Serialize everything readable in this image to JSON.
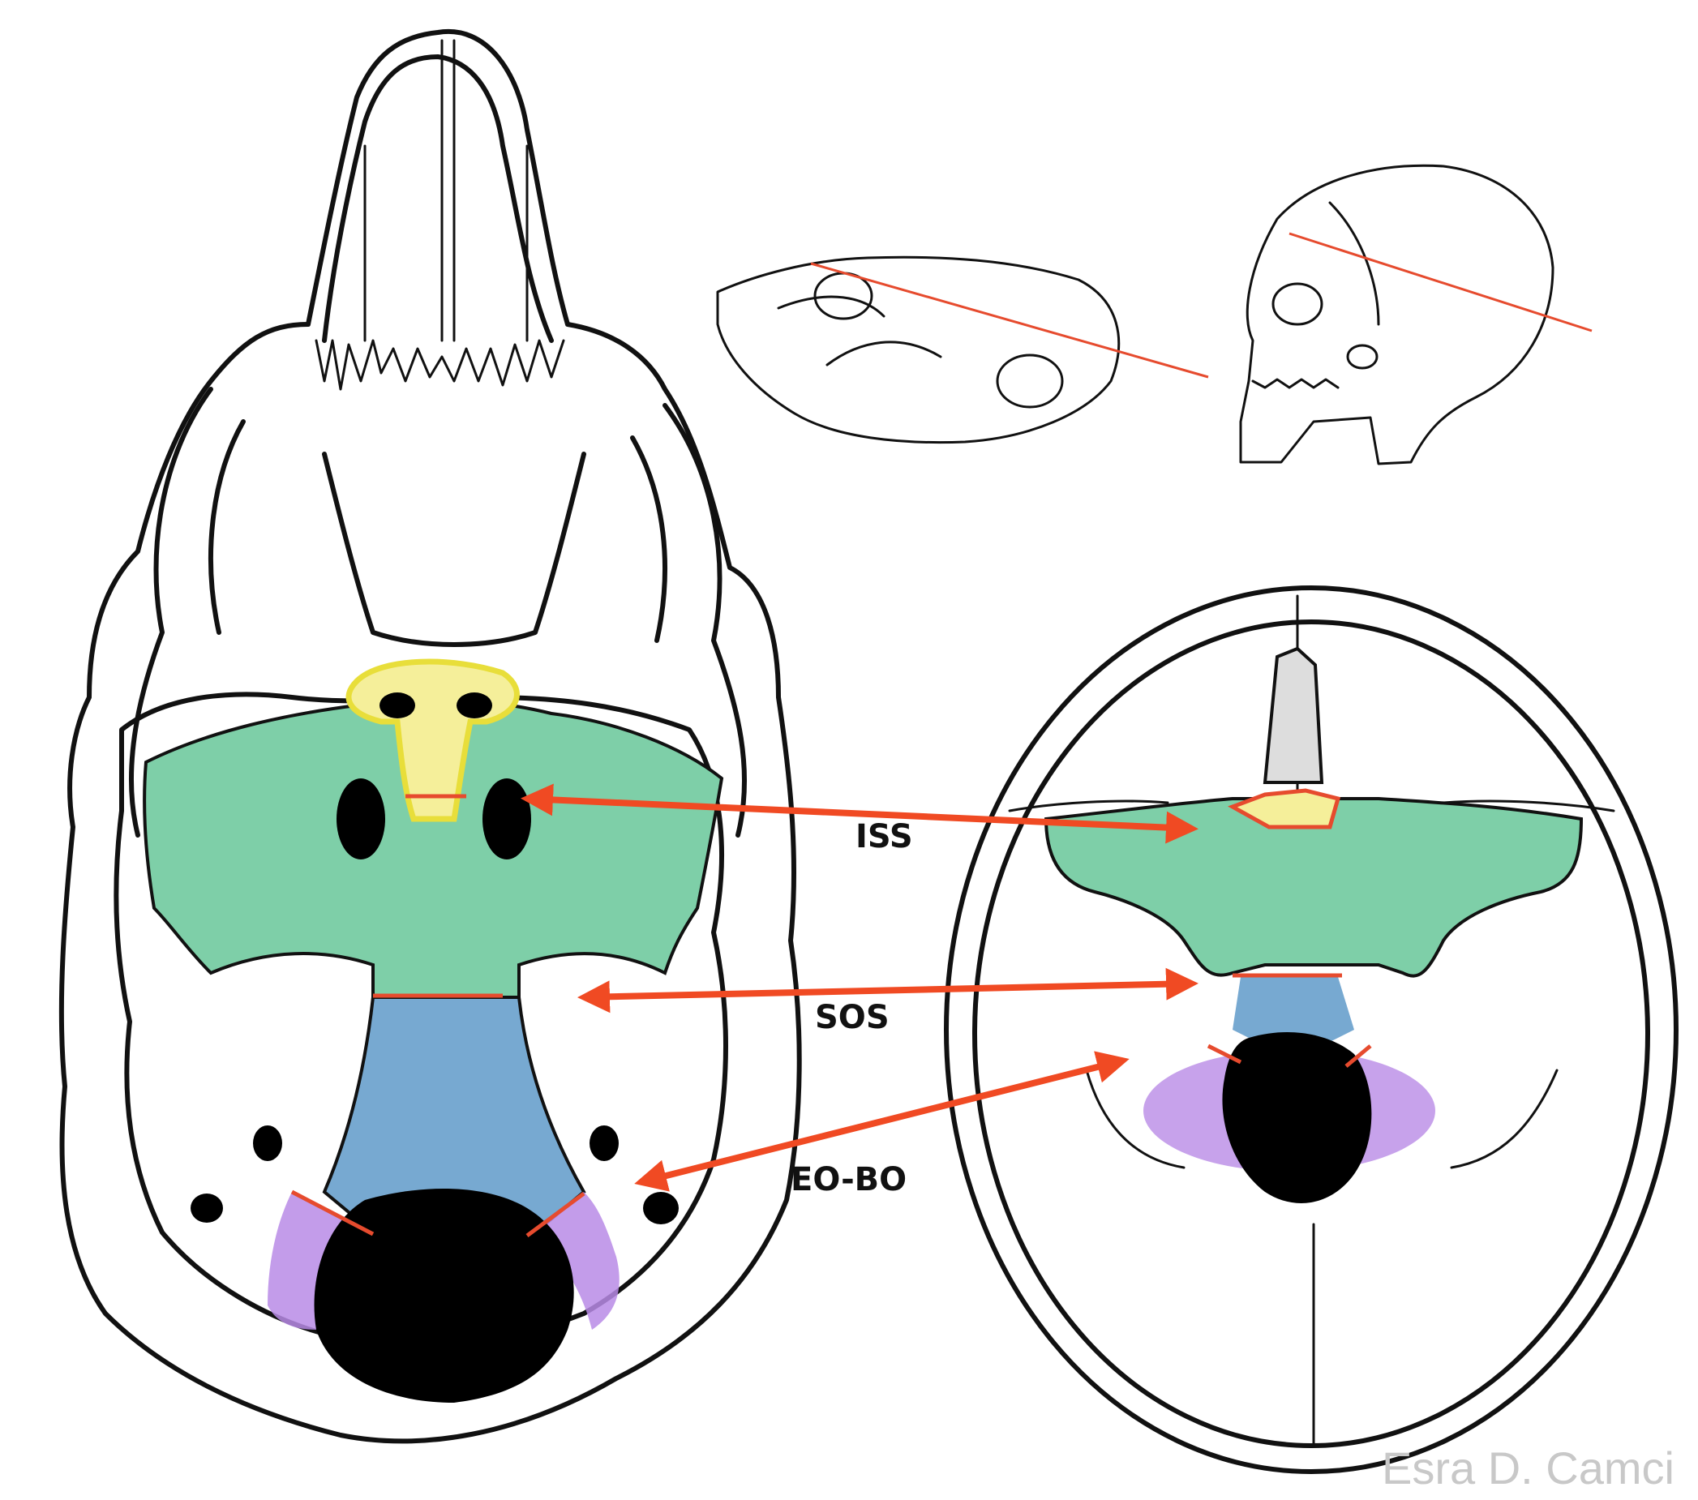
{
  "labels": {
    "iss": "ISS",
    "sos": "SOS",
    "eobo": "EO-BO"
  },
  "credit": "Esra D. Camci",
  "colors": {
    "sphenoid": "#7ecfa8",
    "basioccipital": "#77a9d1",
    "exoccipital": "#b98be6",
    "presphenoid": "#f5ef9a",
    "presphenoid_outline": "#e8de3a",
    "synchondrosis_line": "#e64b2e",
    "arrow": "#f04a23",
    "foramen": "#000000",
    "credit_text": "#c8c8c8"
  },
  "icons": {
    "mouse_skull_ventral": "mouse-skull-icon",
    "human_skull_base": "human-skull-icon",
    "mouse_skull_lateral": "mouse-skull-lateral-icon",
    "human_skull_lateral": "human-skull-lateral-icon"
  }
}
